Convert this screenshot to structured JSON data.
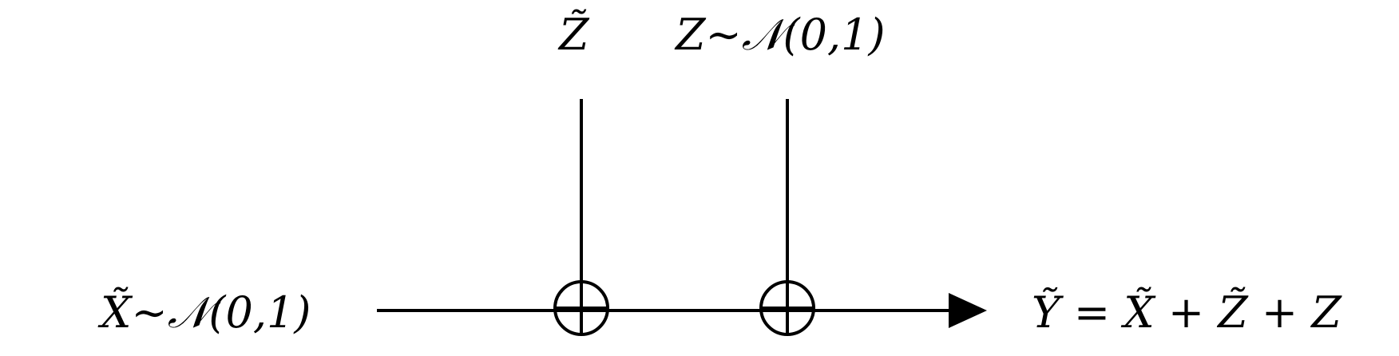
{
  "diagram": {
    "labels": {
      "input_left": "X̃∼𝒩(0,1)",
      "noise_top_left": "Z̃",
      "noise_top_right": "Z∼𝒩(0,1)",
      "output": "Ỹ = X̃ + Z̃ + Z"
    },
    "colors": {
      "stroke": "#000000",
      "background": "#ffffff"
    }
  }
}
